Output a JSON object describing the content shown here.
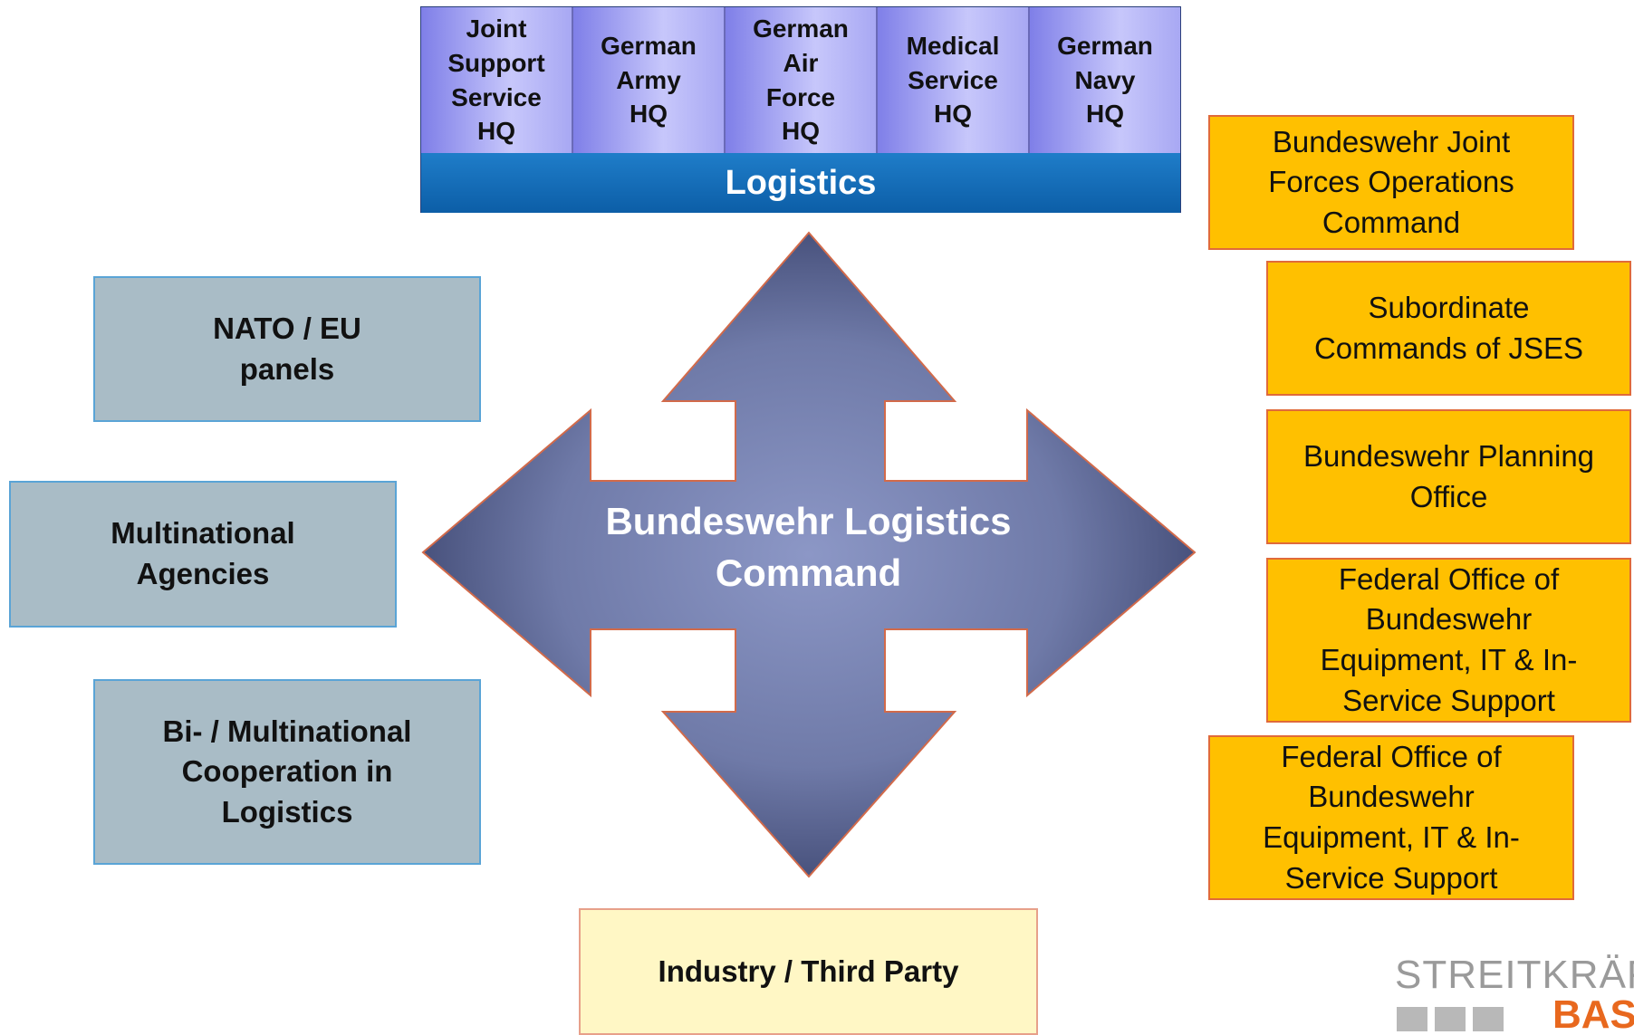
{
  "hq_strip": {
    "cells": [
      {
        "label": "Joint\nSupport\nService\nHQ"
      },
      {
        "label": "German\nArmy\nHQ"
      },
      {
        "label": "German\nAir\nForce\nHQ"
      },
      {
        "label": "Medical\nService\nHQ"
      },
      {
        "label": "German\nNavy\nHQ"
      }
    ],
    "bar_label": "Logistics"
  },
  "center": {
    "label": "Bundeswehr Logistics\nCommand"
  },
  "left_boxes": [
    {
      "label": "NATO / EU\npanels"
    },
    {
      "label": "Multinational\nAgencies"
    },
    {
      "label": "Bi- / Multinational\nCooperation in\nLogistics"
    }
  ],
  "right_boxes": [
    {
      "label": "Bundeswehr Joint\nForces Operations\nCommand"
    },
    {
      "label": "Subordinate\nCommands of JSES"
    },
    {
      "label": "Bundeswehr Planning\nOffice"
    },
    {
      "label": "Federal Office of\nBundeswehr\nEquipment, IT & In-\nService Support"
    },
    {
      "label": "Federal Office of\nBundeswehr\nEquipment, IT & In-\nService Support"
    }
  ],
  "bottom_box": {
    "label": "Industry / Third Party"
  },
  "logo": {
    "line1": "STREITKRÄF",
    "line2": "BAS"
  },
  "colors": {
    "hq_cell": "#a8a8f3",
    "logistics_bar": "#0c5ea7",
    "grey_box": "#a9bcc6",
    "orange_box": "#ffc000",
    "industry_box": "#fff7c5",
    "arrow": "#6f7aa8"
  }
}
